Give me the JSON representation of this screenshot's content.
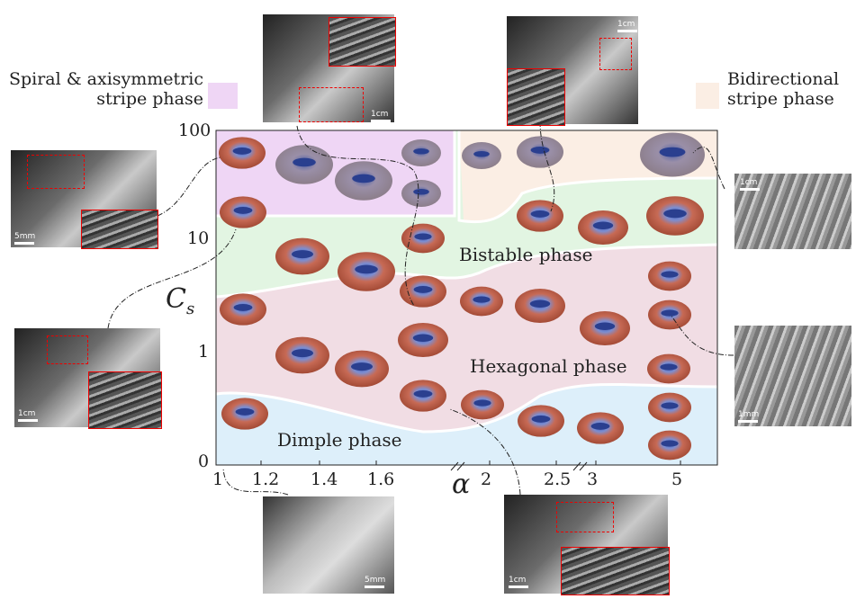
{
  "legend": {
    "spiral": "Spiral & axisymmetric",
    "spiral2": "stripe phase",
    "bidir": "Bidirectional",
    "bidir2": "stripe phase",
    "colors": {
      "spiral": "#efd6f5",
      "bidir": "#fbeee4",
      "bistable": "#e2f5e2",
      "hexagonal": "#f1dde4",
      "dimple": "#ddeffa"
    }
  },
  "phases": {
    "bistable": "Bistable phase",
    "hexagonal": "Hexagonal phase",
    "dimple": "Dimple phase"
  },
  "axes": {
    "xlabel": "α",
    "ylabel": "C",
    "ylabel_sub": "s",
    "xticks": [
      "1",
      "1.2",
      "1.4",
      "1.6",
      "2",
      "2.5",
      "3",
      "5"
    ],
    "yticks": [
      "100",
      "10",
      "1",
      "0"
    ]
  },
  "scalebars": [
    "1cm",
    "1cm",
    "5mm",
    "1cm",
    "1cm",
    "1mm",
    "5mm",
    "1cm"
  ]
}
